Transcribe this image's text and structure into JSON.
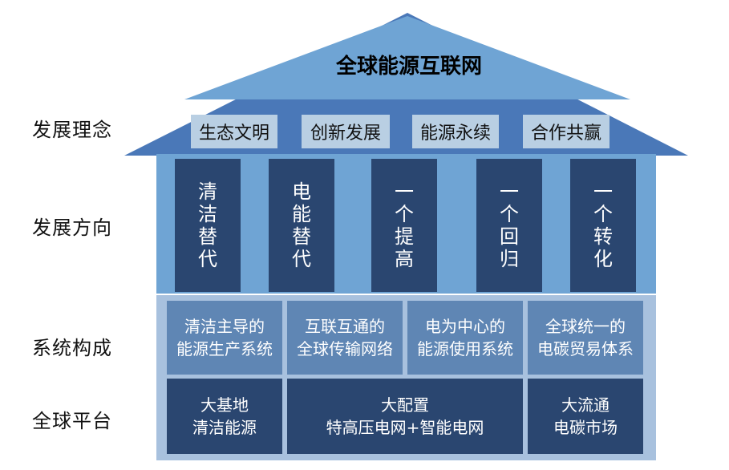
{
  "title": "全球能源互联网",
  "row_labels": [
    "发展理念",
    "发展方向",
    "系统构成",
    "全球平台"
  ],
  "concepts": [
    "生态文明",
    "创新发展",
    "能源永续",
    "合作共赢"
  ],
  "directions": [
    [
      "清",
      "洁",
      "替",
      "代"
    ],
    [
      "电",
      "能",
      "替",
      "代"
    ],
    [
      "一",
      "个",
      "提",
      "高"
    ],
    [
      "一",
      "个",
      "回",
      "归"
    ],
    [
      "一",
      "个",
      "转",
      "化"
    ]
  ],
  "systems": [
    [
      "清洁主导的",
      "能源生产系统"
    ],
    [
      "互联互通的",
      "全球传输网络"
    ],
    [
      "电为中心的",
      "能源使用系统"
    ],
    [
      "全球统一的",
      "电碳贸易体系"
    ]
  ],
  "platforms": [
    [
      "大基地",
      "清洁能源"
    ],
    [
      "大配置",
      "特高压电网+智能电网"
    ],
    [
      "大流通",
      "电碳市场"
    ]
  ],
  "colors": {
    "roof_light": "#6fa4d4",
    "roof_dark": "#4a78b8",
    "pillar": "#2a4670",
    "system_box": "#5f86b4",
    "concept_box": "#b9cfe3"
  }
}
